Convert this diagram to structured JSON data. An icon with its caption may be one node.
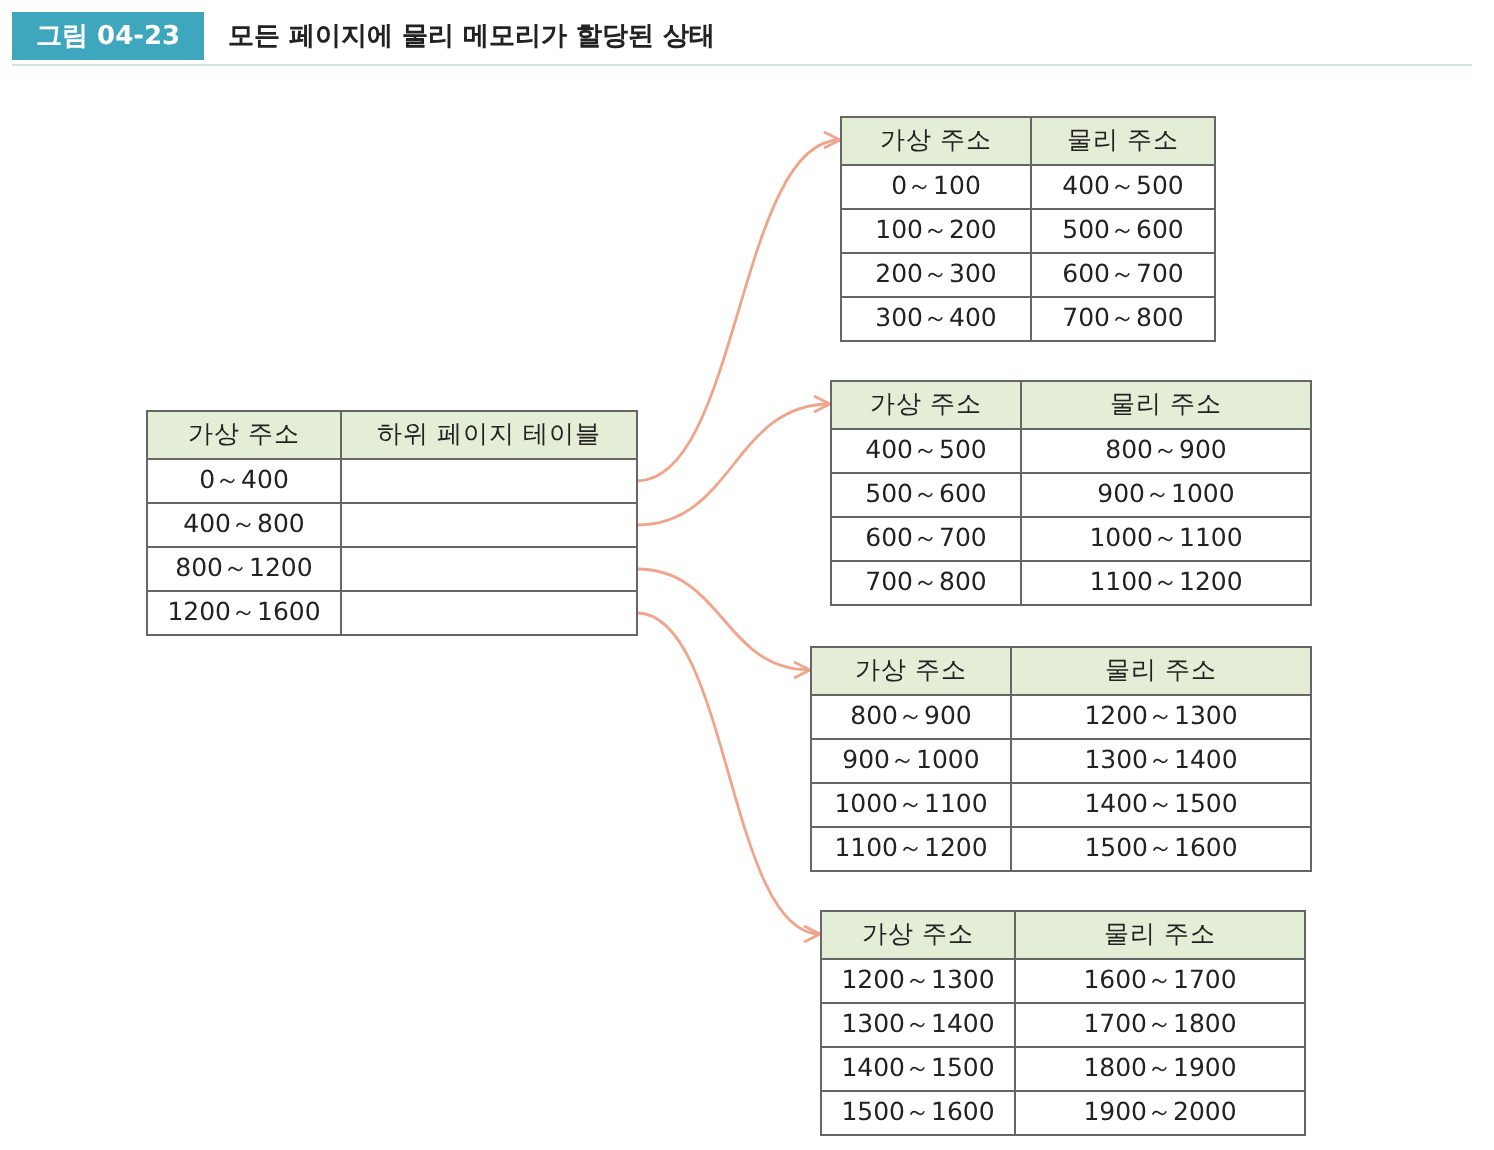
{
  "diagram": {
    "title": "모든 페이지에 물리 메모리가 할당된 상태",
    "nodes": [
      {
        "text": [
          "가상 주소",
          "하위 페이지 테이블",
          "0～400",
          "400～800",
          "800～1200",
          "1200～1600"
        ]
      },
      {
        "text": [],
        "shape": "box",
        "in": 0
      },
      {
        "text": [],
        "shape": "box",
        "in": 0
      },
      {
        "text": [],
        "shape": "box",
        "in": 0
      },
      {
        "text": [],
        "shape": "box",
        "in": 0
      },
      {
        "text": [
          "가상 주소",
          "물리 주소",
          "0～100",
          "400～500",
          "100～200",
          "500～600",
          "200～300",
          "600～700",
          "300～400",
          "700～800"
        ]
      },
      {
        "text": [
          "가상 주소",
          "물리 주소",
          "400～500",
          "800～900",
          "500～600",
          "900～1000",
          "600～700",
          "1000～1100",
          "700～800",
          "1100～1200"
        ]
      },
      {
        "text": [
          "가상 주소",
          "물리 주소",
          "800～900",
          "1200～1300",
          "900～1000",
          "1300～1400",
          "1000～1100",
          "1400～1500",
          "1100～1200",
          "1500～1600"
        ]
      },
      {
        "text": [
          "가상 주소",
          "물리 주소",
          "1200～1300",
          "1600～1700",
          "1300～1400",
          "1700～1800",
          "1400～1500",
          "1800～1900",
          "1500～1600",
          "1900～2000"
        ]
      }
    ],
    "edges": [
      {
        "from": 1,
        "to": 5,
        "arrow": "to"
      },
      {
        "from": 2,
        "to": 6,
        "arrow": "to"
      },
      {
        "from": 3,
        "to": 7,
        "arrow": "to"
      },
      {
        "from": 4,
        "to": 8,
        "arrow": "to"
      }
    ],
    "labels": [
      "그림 04-23"
    ]
  }
}
